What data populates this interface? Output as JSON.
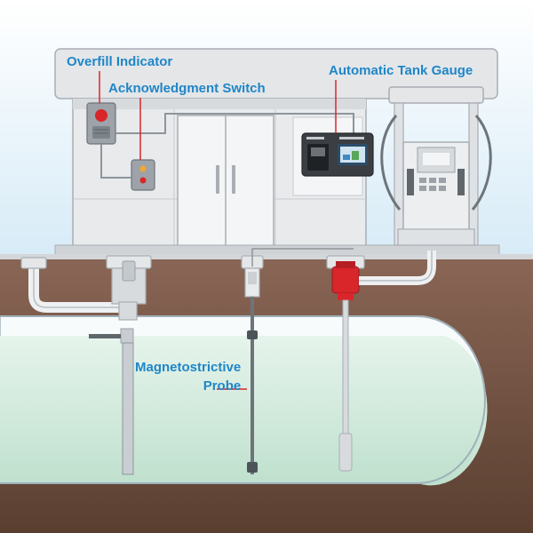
{
  "labels": {
    "overfill_indicator": "Overfill Indicator",
    "acknowledgment_switch": "Acknowledgment Switch",
    "automatic_tank_gauge": "Automatic Tank Gauge",
    "probe_line1": "Magnetostrictive",
    "probe_line2": "Probe"
  },
  "colors": {
    "label": "#1f86c8",
    "sky": "#e4f1f9",
    "soil": "#7b5a49",
    "soil_dark": "#5a3f30",
    "fuel": "#d4ecdf",
    "alarm_red": "#d9262b",
    "leader_red": "#d9262b"
  },
  "icons": [
    "overfill-alarm-light-icon",
    "acknowledgment-switch-icon",
    "tank-gauge-console-icon",
    "fuel-dispenser-icon"
  ]
}
